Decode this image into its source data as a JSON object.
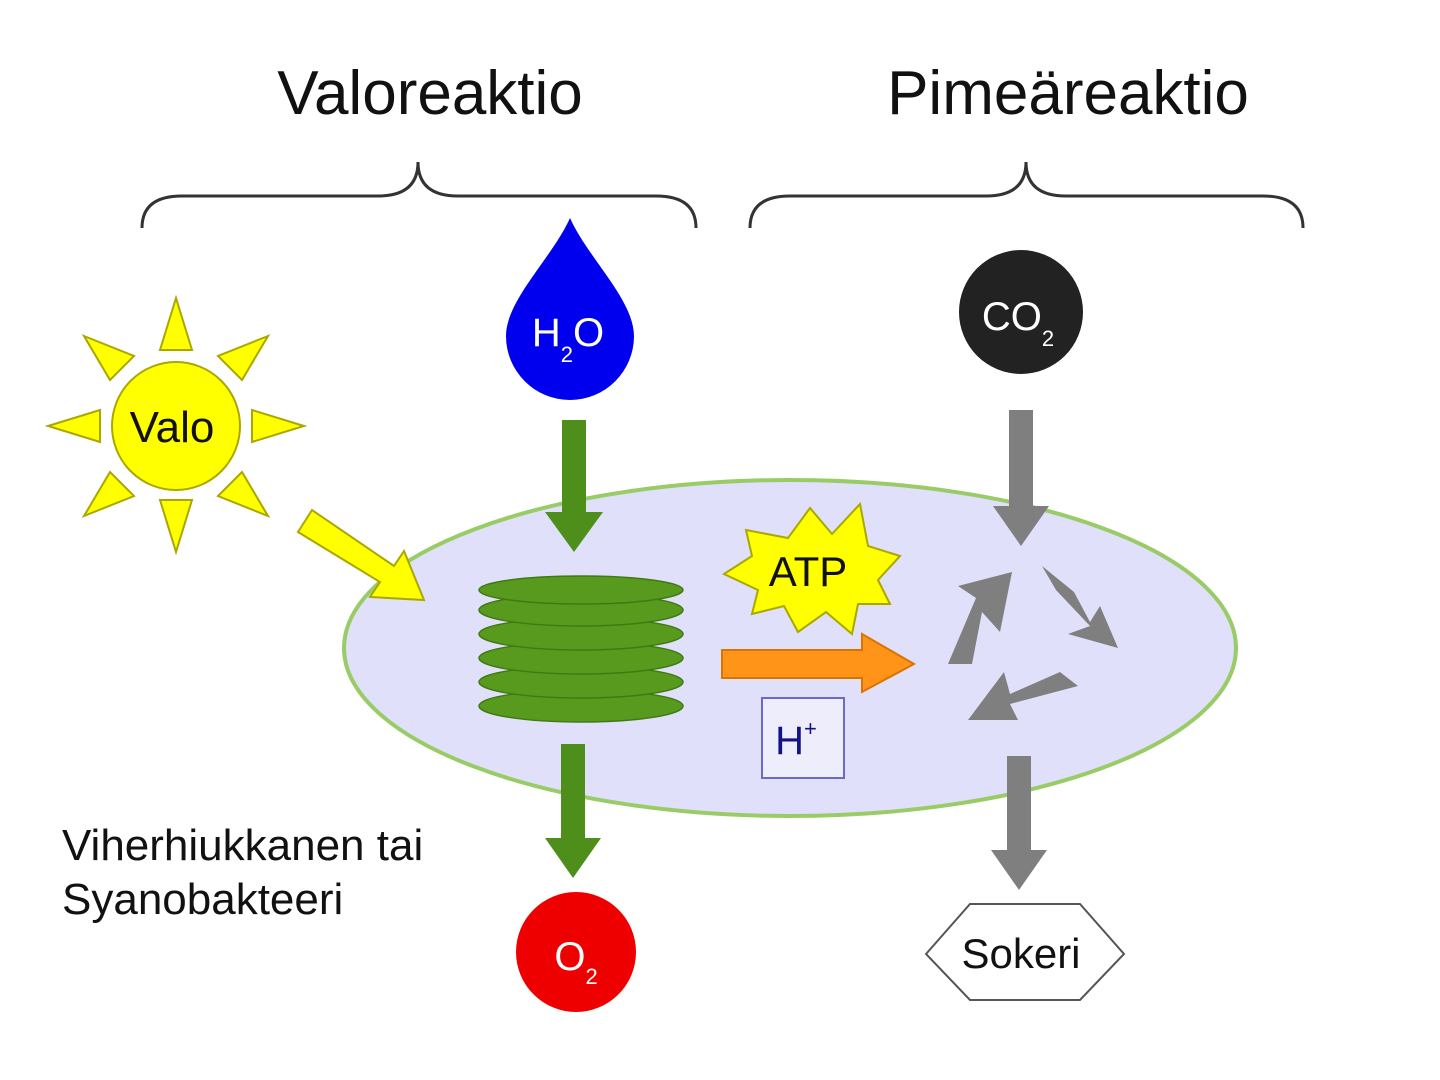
{
  "headings": {
    "light_reaction": "Valoreaktio",
    "dark_reaction": "Pimeäreaktio"
  },
  "inputs": {
    "light": "Valo",
    "water_main": "H",
    "water_sub": "2",
    "water_tail": "O",
    "co2_main": "CO",
    "co2_sub": "2"
  },
  "center": {
    "atp": "ATP",
    "proton_main": "H",
    "proton_sup": "+"
  },
  "outputs": {
    "oxygen_main": "O",
    "oxygen_sub": "2",
    "sugar": "Sokeri"
  },
  "organism_label": {
    "line1": "Viherhiukkanen tai",
    "line2": "Syanobakteeri"
  },
  "colors": {
    "sun": "#ffff00",
    "sun_stroke": "#a8a800",
    "water": "#0000ee",
    "co2": "#222222",
    "oxygen": "#ee0000",
    "cell_fill": "#e0e0fb",
    "cell_stroke": "#99cc66",
    "green_arrow": "#4e8f1b",
    "gray_arrow": "#7f7f7f",
    "orange_arrow": "#ff9419",
    "yellow_arrow": "#ffff00",
    "proton_text": "#111188",
    "thylakoid": "#589a1d"
  }
}
